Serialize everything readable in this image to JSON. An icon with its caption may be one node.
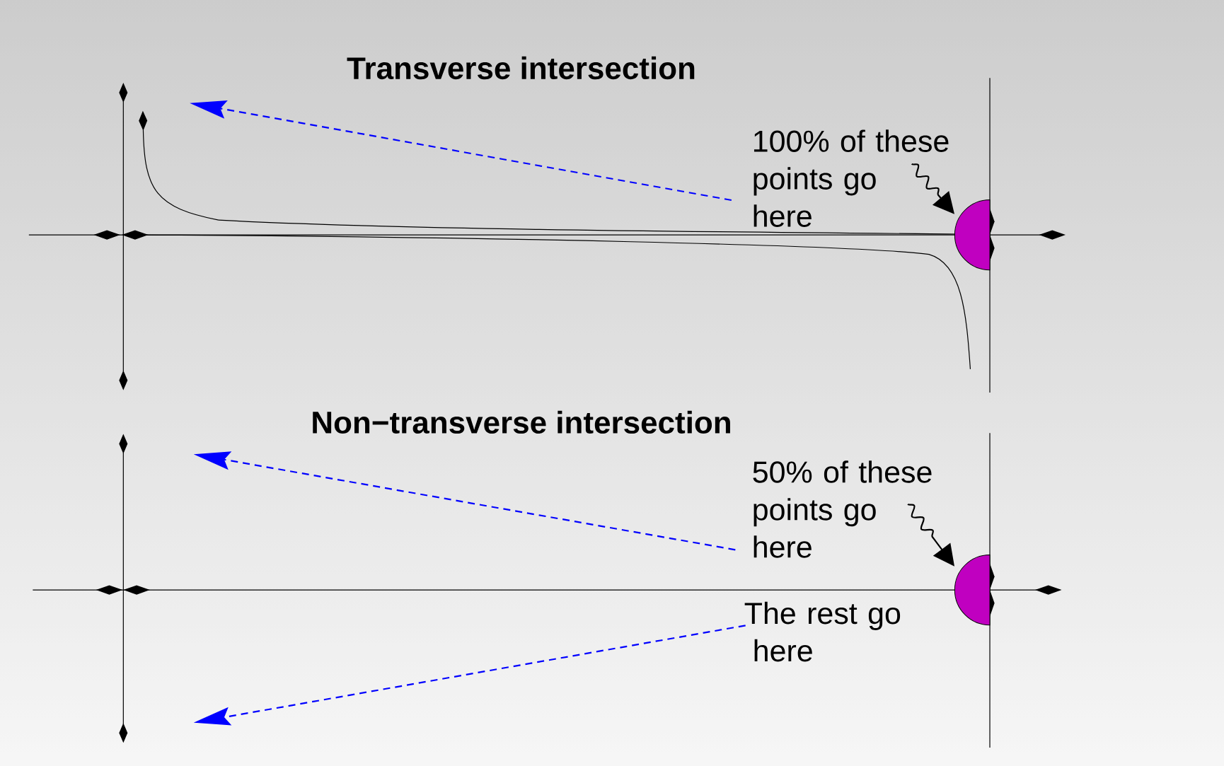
{
  "diagram": {
    "nodes": [
      {
        "text": [
          "100% of these points go here"
        ]
      },
      {
        "text": [],
        "shape": "semicircle"
      },
      {
        "text": [
          "50% of these points go here"
        ]
      },
      {
        "text": [],
        "shape": "semicircle"
      },
      {
        "text": [
          "The rest go here"
        ]
      }
    ],
    "edges": [
      {
        "from": 0,
        "to": null,
        "arrow": "to",
        "style": "dashed",
        "color": "#0000ff"
      },
      {
        "from": 0,
        "to": 1,
        "arrow": "to",
        "color": "#000000"
      },
      {
        "from": 2,
        "to": null,
        "arrow": "to",
        "style": "dashed",
        "color": "#0000ff"
      },
      {
        "from": 2,
        "to": 3,
        "arrow": "to",
        "color": "#000000"
      },
      {
        "from": 4,
        "to": null,
        "arrow": "to",
        "style": "dashed",
        "color": "#0000ff"
      }
    ],
    "labels": [
      "Transverse intersection",
      "Non−transverse intersection"
    ]
  }
}
